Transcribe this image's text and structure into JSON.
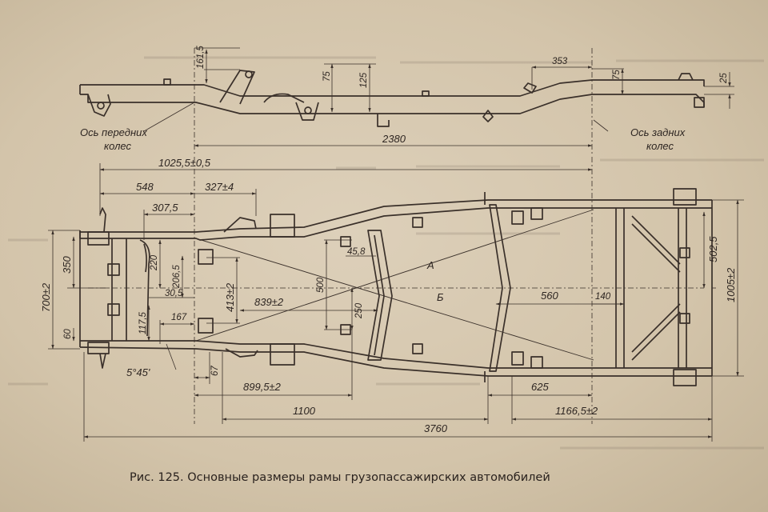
{
  "caption": "Рис. 125. Основные размеры рамы грузопассажирских автомобилей",
  "side_view": {
    "front_axle_label_1": "Ось передних",
    "front_axle_label_2": "колес",
    "rear_axle_label_1": "Ось задних",
    "rear_axle_label_2": "колес",
    "dim_161_5": "161,5",
    "dim_75_front": "75",
    "dim_125": "125",
    "dim_353": "353",
    "dim_75_rear": "75",
    "dim_25": "25",
    "dim_2380": "2380"
  },
  "plan_view": {
    "dim_1025": "1025,5±0,5",
    "dim_548": "548",
    "dim_327": "327±4",
    "dim_307": "307,5",
    "dim_350": "350",
    "dim_700": "700±2",
    "dim_60": "60",
    "dim_220": "220",
    "dim_206": "206,5",
    "dim_30": "30,5",
    "dim_117": "117,5",
    "dim_167": "167",
    "dim_413": "413±2",
    "dim_839": "839±2",
    "dim_45_8": "45,8",
    "dim_500": "500",
    "dim_250": "250",
    "diag_a": "А",
    "diag_b": "Б",
    "dim_560": "560",
    "dim_140": "140",
    "dim_502": "502,5",
    "dim_1005": "1005±2",
    "angle": "5°45'",
    "dim_67": "67",
    "dim_899": "899,5±2",
    "dim_625": "625",
    "dim_1166": "1166,5±2",
    "dim_1100": "1100",
    "dim_3760": "3760"
  }
}
